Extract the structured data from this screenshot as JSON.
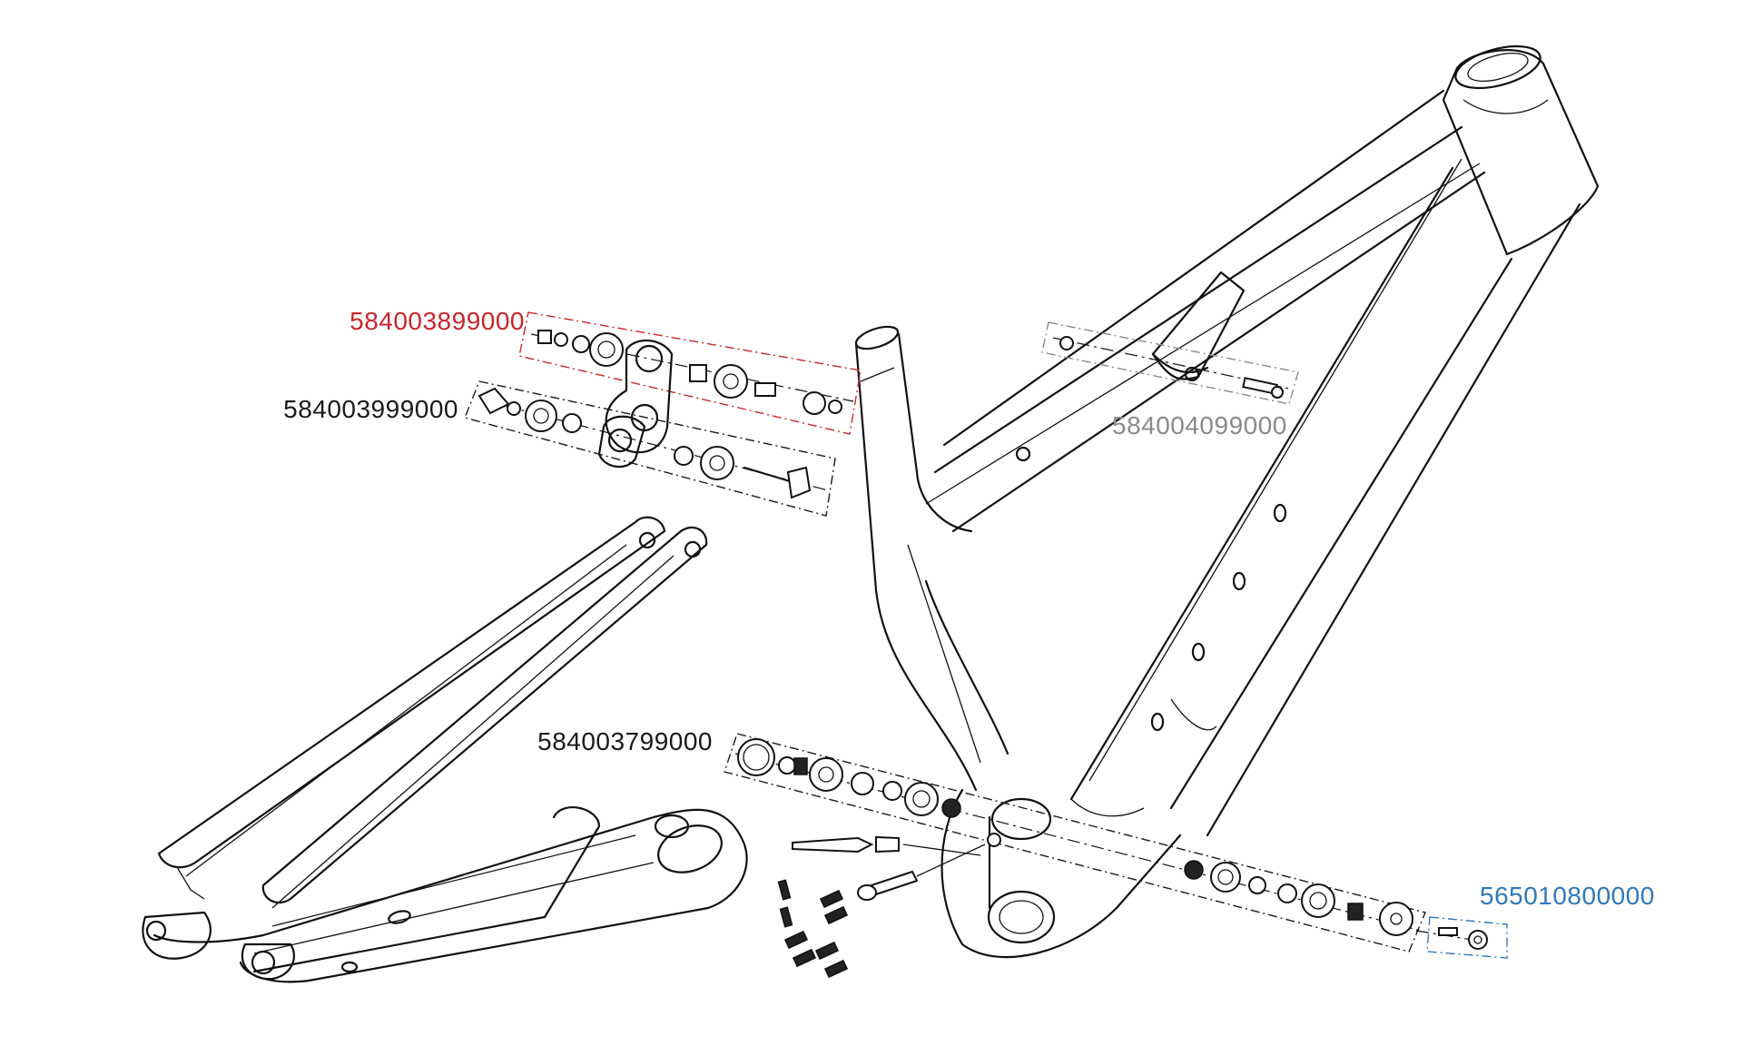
{
  "colors": {
    "line": "#111111",
    "red_group": "#c8262c",
    "black_group": "#1a1a1a",
    "gray_group": "#8a8a8a",
    "blue_group": "#2f78b8"
  },
  "part_groups": [
    {
      "id": "rocker_upper",
      "number": "584003899000",
      "color": "#c8262c"
    },
    {
      "id": "rocker_lower",
      "number": "584003999000",
      "color": "#1a1a1a"
    },
    {
      "id": "top_tube_mount",
      "number": "584004099000",
      "color": "#8a8a8a"
    },
    {
      "id": "main_pivot",
      "number": "584003799000",
      "color": "#1a1a1a"
    },
    {
      "id": "pivot_end",
      "number": "565010800000",
      "color": "#2f78b8"
    }
  ]
}
